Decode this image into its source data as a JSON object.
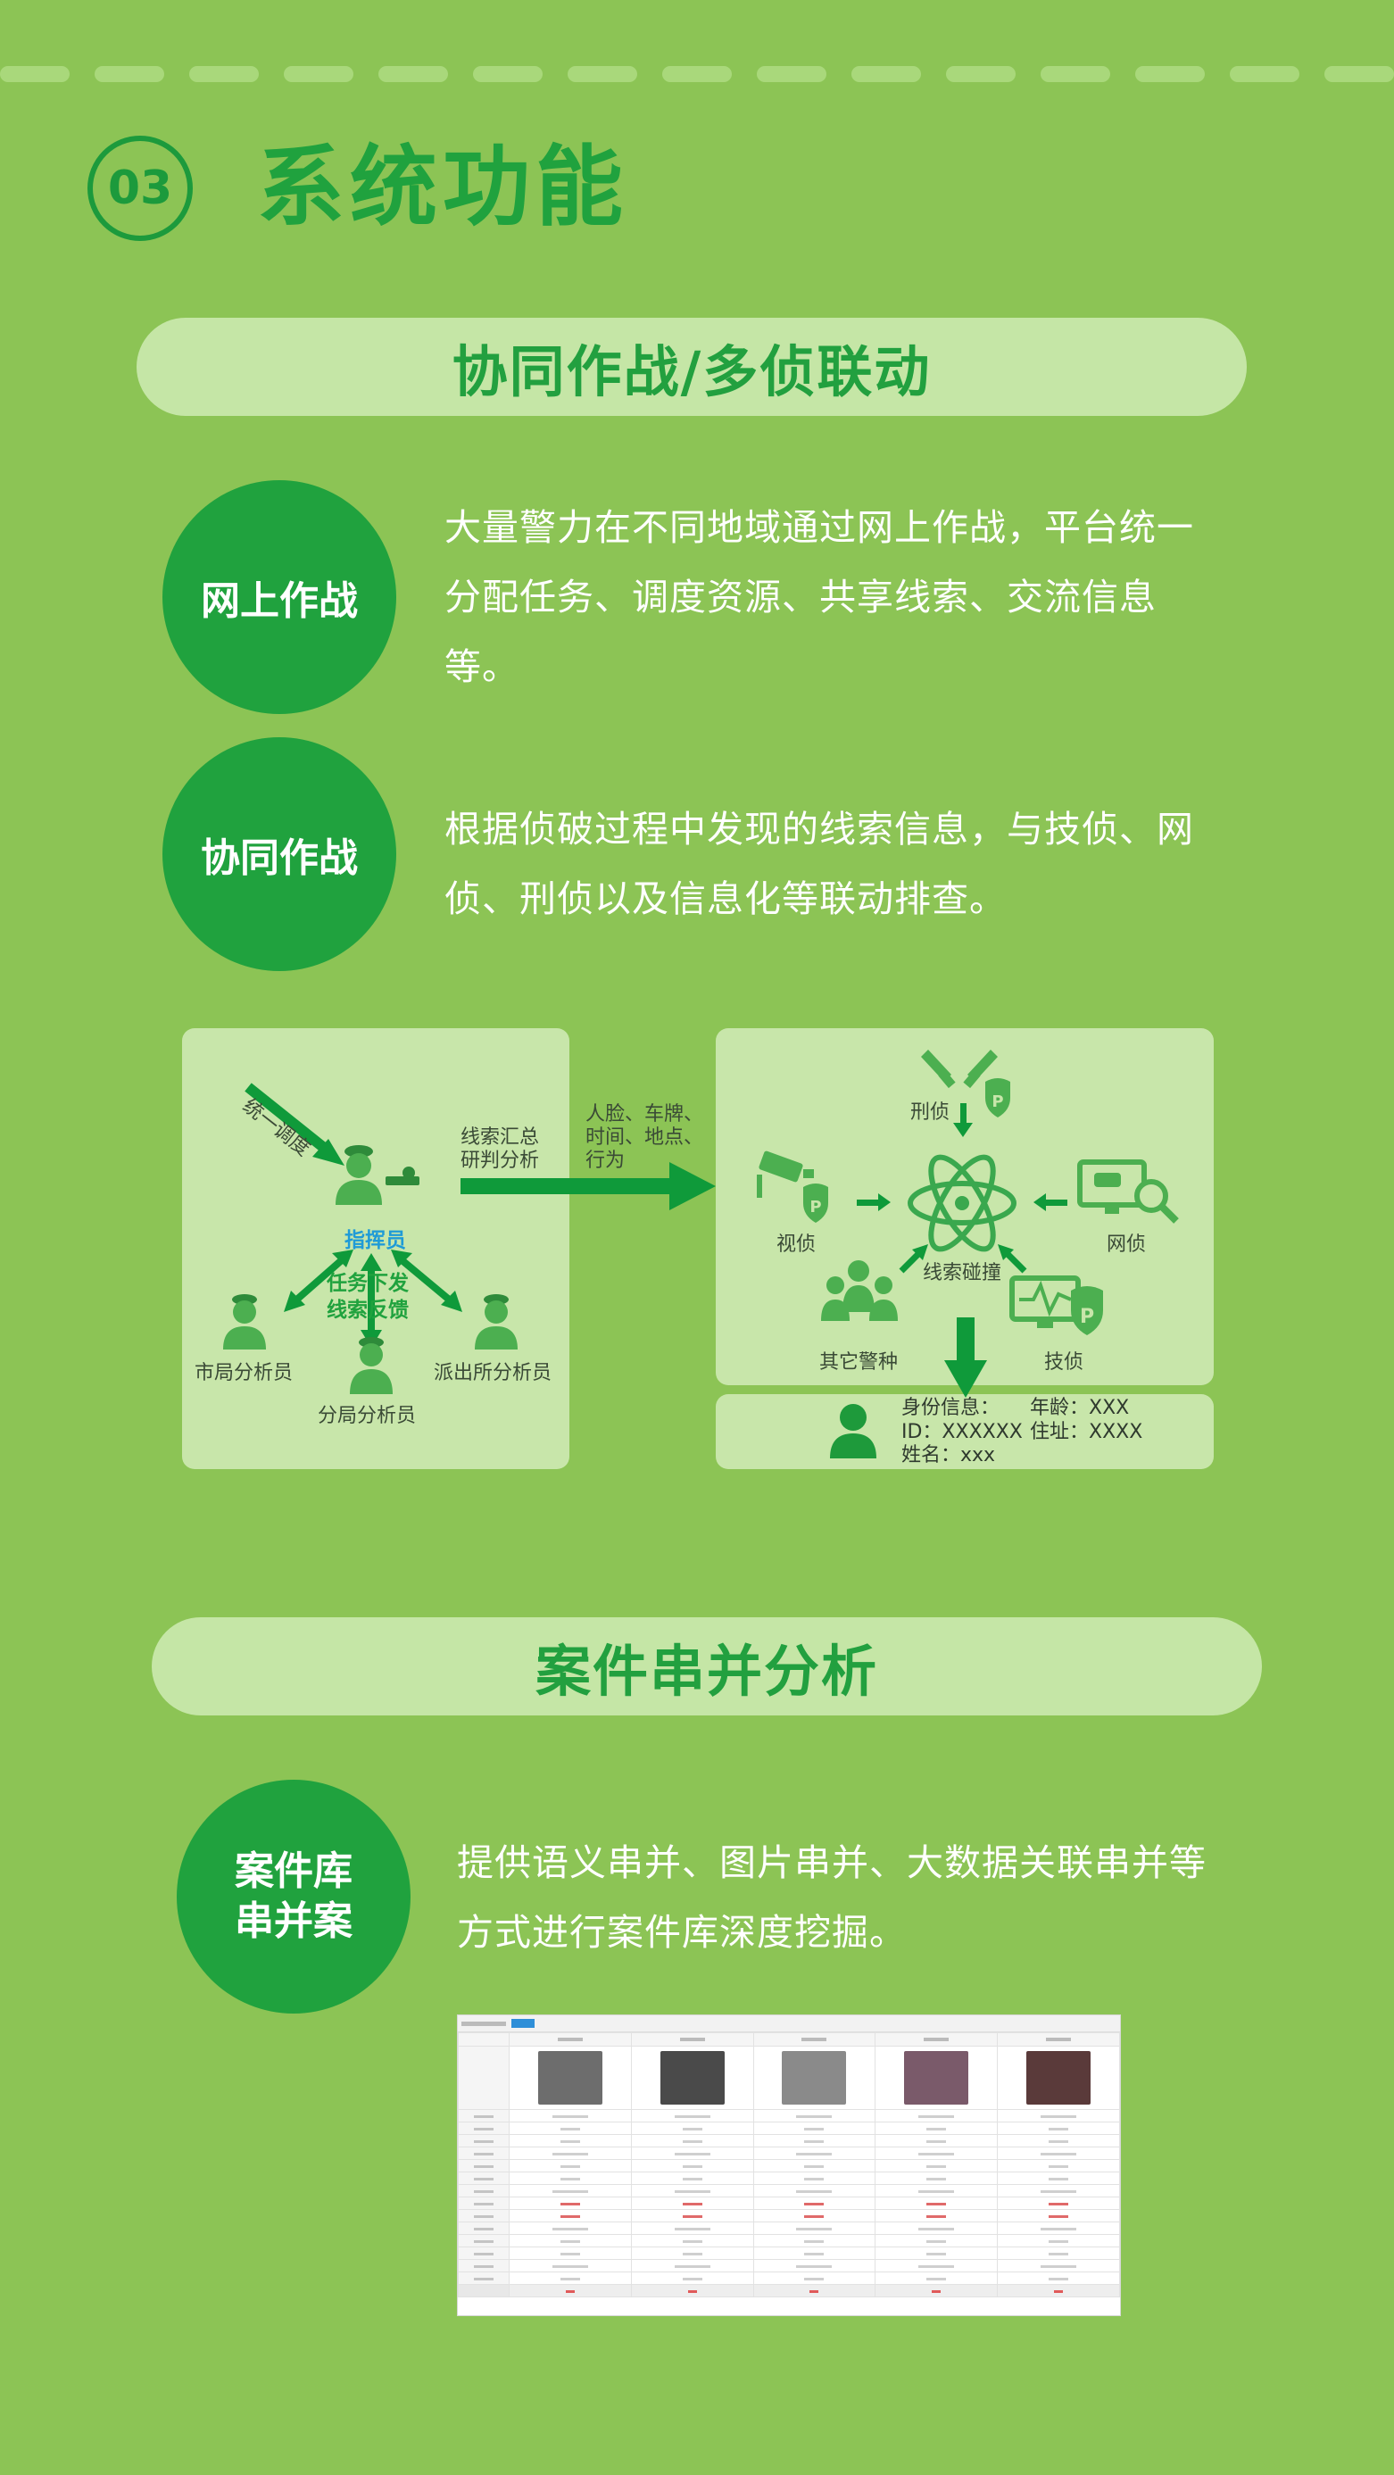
{
  "header": {
    "number": "03",
    "title": "系统功能"
  },
  "section1": {
    "pill": "协同作战/多侦联动",
    "items": [
      {
        "label": "网上作战",
        "lines": [
          "大量警力在不同地域通过网上作战，平台统一",
          "分配任务、调度资源、共享线索、交流信息",
          "等。"
        ]
      },
      {
        "label": "协同作战",
        "lines": [
          "根据侦破过程中发现的线索信息，与技侦、网",
          "侦、刑侦以及信息化等联动排查。"
        ]
      }
    ]
  },
  "diagram": {
    "left": {
      "dispatch": "统一调度",
      "commander": "指挥员",
      "task_down": "任务下发",
      "clue_feedback": "线索反馈",
      "city_analyst": "市局分析员",
      "branch_analyst": "分局分析员",
      "station_analyst": "派出所分析员"
    },
    "middle": {
      "summary_1": "线索汇总",
      "summary_2": "研判分析",
      "types_1": "人脸、车牌、",
      "types_2": "时间、地点、",
      "types_3": "行为"
    },
    "right": {
      "criminal": "刑侦",
      "video": "视侦",
      "network": "网侦",
      "collision": "线索碰撞",
      "other_police": "其它警种",
      "technical": "技侦"
    },
    "result": {
      "id_info": "身份信息：",
      "age": "年龄：XXX",
      "id": "ID：XXXXXX",
      "address": "住址：XXXX",
      "name": "姓名：xxx"
    }
  },
  "section2": {
    "pill": "案件串并分析",
    "item": {
      "label_1": "案件库",
      "label_2": "串并案",
      "lines": [
        "提供语义串并、图片串并、大数据关联串并等",
        "方式进行案件库深度挖掘。"
      ]
    }
  },
  "colors": {
    "background": "#8cc455",
    "primary_green": "#20a23e",
    "pill": "#c5e6a6",
    "panel": "#c8e6aa",
    "arrow": "#0f9a3a",
    "commander_blue": "#1f9bd7"
  }
}
